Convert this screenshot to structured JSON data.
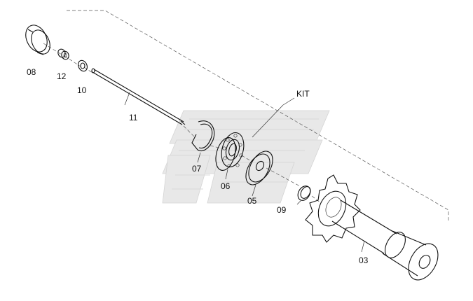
{
  "diagram": {
    "kit_label": "KIT",
    "parts": [
      {
        "ref": "08",
        "name": "ring"
      },
      {
        "ref": "12",
        "name": "bushing"
      },
      {
        "ref": "10",
        "name": "washer"
      },
      {
        "ref": "11",
        "name": "shaft-rod"
      },
      {
        "ref": "07",
        "name": "circlip"
      },
      {
        "ref": "06",
        "name": "ball-bearing"
      },
      {
        "ref": "05",
        "name": "spacer-disc"
      },
      {
        "ref": "09",
        "name": "retaining-ring"
      },
      {
        "ref": "03",
        "name": "sprocket-shaft"
      }
    ]
  }
}
